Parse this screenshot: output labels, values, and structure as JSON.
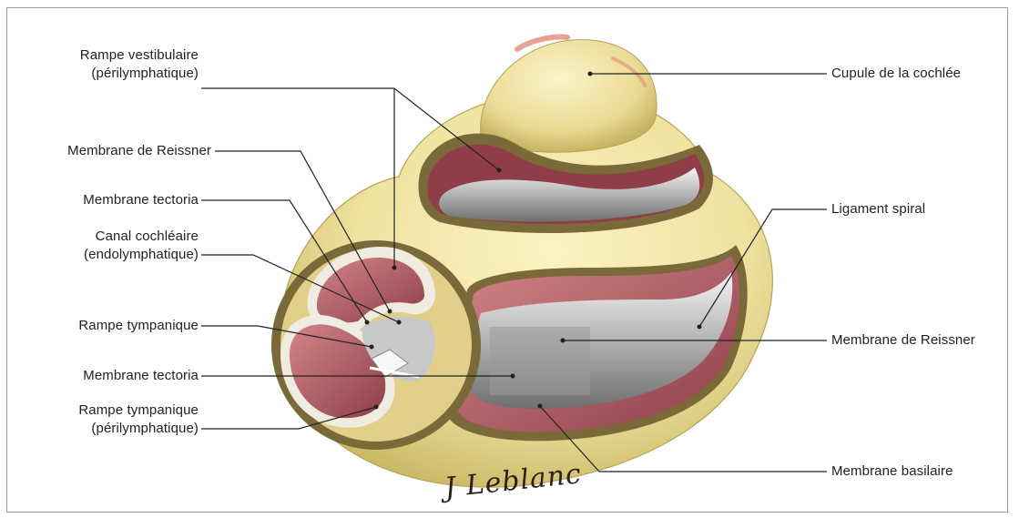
{
  "labels": {
    "rampe_vestibulaire_1": "Rampe vestibulaire",
    "rampe_vestibulaire_2": "(périlymphatique)",
    "membrane_reissner_left": "Membrane de Reissner",
    "membrane_tectoria_top": "Membrane tectoria",
    "canal_cochleaire_1": "Canal cochléaire",
    "canal_cochleaire_2": "(endolymphatique)",
    "rampe_tympanique_top": "Rampe tympanique",
    "membrane_tectoria_bottom": "Membrane tectoria",
    "rampe_tympanique_bottom_1": "Rampe tympanique",
    "rampe_tympanique_bottom_2": "(périlymphatique)",
    "cupule": "Cupule de la cochlée",
    "ligament_spiral": "Ligament spiral",
    "membrane_reissner_right": "Membrane de Reissner",
    "membrane_basilaire": "Membrane basilaire"
  },
  "signature": "J Leblanc",
  "colors": {
    "bone": "#efe3a0",
    "bone_shadow": "#c9b865",
    "canal": "#9c4a55",
    "canal_light": "#c9747b",
    "membrane": "#cfcfcf",
    "membrane_dark": "#8a8a8a",
    "rim": "#7a6a3a"
  }
}
